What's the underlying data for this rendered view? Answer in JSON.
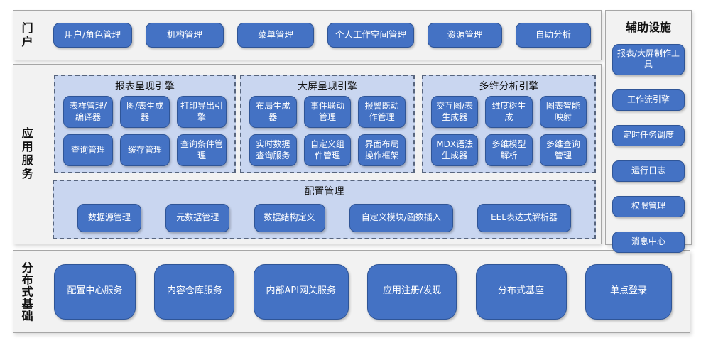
{
  "sections": {
    "portal": {
      "label": "门户",
      "buttons": [
        "用户/角色管理",
        "机构管理",
        "菜单管理",
        "个人工作空间管理",
        "资源管理",
        "自助分析"
      ]
    },
    "app_services": {
      "label": "应用服务",
      "panels": [
        {
          "title": "报表呈现引擎",
          "buttons": [
            "表样管理/编译器",
            "图/表生成器",
            "打印导出引擎",
            "查询管理",
            "缓存管理",
            "查询条件管理"
          ]
        },
        {
          "title": "大屏呈现引擎",
          "buttons": [
            "布局生成器",
            "事件联动管理",
            "报警既动作管理",
            "实时数据查询服务",
            "自定义组件管理",
            "界面布局操作框架"
          ]
        },
        {
          "title": "多维分析引擎",
          "buttons": [
            "交互图/表生成器",
            "维度树生成",
            "图表智能映射",
            "MDX语法生成器",
            "多维模型解析",
            "多维查询管理"
          ]
        }
      ],
      "config_panel": {
        "title": "配置管理",
        "buttons": [
          "数据源管理",
          "元数据管理",
          "数据结构定义",
          "自定义模块/函数插入",
          "EEL表达式解析器"
        ]
      }
    },
    "distributed": {
      "label": "分布式基础",
      "buttons": [
        "配置中心服务",
        "内容仓库服务",
        "内部API网关服务",
        "应用注册/发现",
        "分布式基座",
        "单点登录"
      ]
    },
    "auxiliary": {
      "title": "辅助设施",
      "buttons": [
        "报表/大屏制作工具",
        "工作流引擎",
        "定时任务调度",
        "运行日志",
        "权限管理",
        "消息中心"
      ]
    }
  },
  "colors": {
    "node_fill": "#4472C4",
    "node_border": "#2F5597",
    "node_text": "#FFFFFF",
    "panel_fill": "#C9D6F0",
    "panel_border": "#57657E",
    "section_fill": "#F2F2F2",
    "section_border": "#A6A6A6",
    "label_text": "#000000"
  }
}
